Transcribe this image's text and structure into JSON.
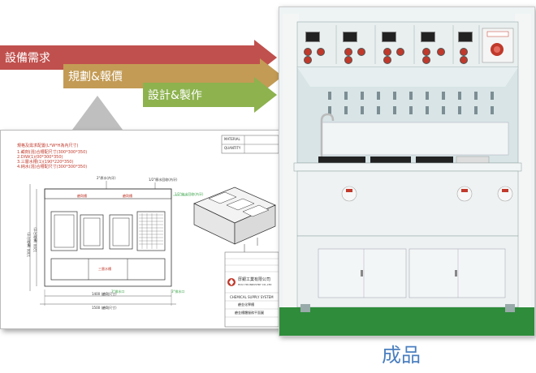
{
  "process_steps": [
    {
      "label": "設備需求",
      "color": "#c0504d"
    },
    {
      "label": "規劃&報價",
      "color": "#c39b55"
    },
    {
      "label": "設計&製作",
      "color": "#8db24e"
    }
  ],
  "drawing": {
    "requirements_heading": "規格及需求配置(L*W*H為內尺寸)",
    "requirements": [
      "1.鹼劑(混)合槽配尺寸(300*300*350)",
      "2.DIW(1)(00*300*350)",
      "3.三層水槽(1)(190*220*350)",
      "4.純水(混)合槽配尺寸(300*300*350)"
    ],
    "labels": {
      "material": "MATERIAL",
      "quantity": "QUANTITY",
      "tank_a": "鹼劑槽",
      "tank_b": "鹼劑槽",
      "tank_c": "三層水槽",
      "ro_in": "2\"原水(內牙)",
      "drain": "1/2\"廢水回收(內牙)",
      "pure_in": "1/2\"純水回收(內牙)",
      "bottom_drain_1": "3\"排水口",
      "bottom_drain_2": "3\"排水口",
      "width_inner": "1400 (鹼劑尺寸)",
      "width_total": "1500 (鹼劑尺寸)",
      "height_inner": "1200 (鹼劑尺寸)",
      "height_total": "1300 (鹼劑尺寸)"
    },
    "title_block": {
      "company_cn": "厚銀工業有限公司",
      "company_en": "HOU YIN INDUSTRY CO.,LTD",
      "system": "CHEMICAL SUPPLY SYSTEM",
      "drawing_name": "鹼金化學槽",
      "drawing_sub": "鹼金槽體服務平面圖"
    }
  },
  "caption": "成品",
  "colors": {
    "caption": "#4a7fc0",
    "cabinet": "#eaf1ee",
    "floor": "#2e8c3b"
  }
}
